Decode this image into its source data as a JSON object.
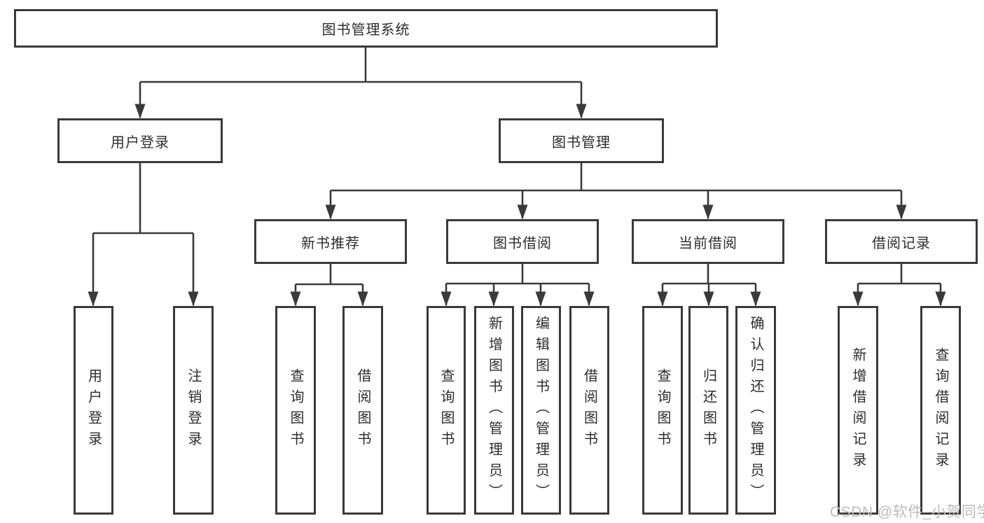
{
  "diagram": {
    "root": "图书管理系统",
    "level2": {
      "user_login": "用户登录",
      "book_manage": "图书管理"
    },
    "level3": {
      "new_books": "新书推荐",
      "book_borrow": "图书借阅",
      "current_borrow": "当前借阅",
      "borrow_records": "借阅记录"
    },
    "leaves": {
      "user_login": [
        "用户登录",
        "注销登录"
      ],
      "new_books": [
        "查询图书",
        "借阅图书"
      ],
      "book_borrow": [
        "查询图书",
        "新增图书（管理员）",
        "编辑图书（管理员）",
        "借阅图书"
      ],
      "current_borrow": [
        "查询图书",
        "归还图书",
        "确认归还（管理员）"
      ],
      "borrow_records": [
        "新增借阅记录",
        "查询借阅记录"
      ]
    },
    "watermark": "CSDN @软件_小贺同学",
    "colors": {
      "line": "#3a3a3a",
      "text": "#2d2d2d",
      "watermark": "#bcbcbc",
      "background": "#ffffff"
    }
  }
}
